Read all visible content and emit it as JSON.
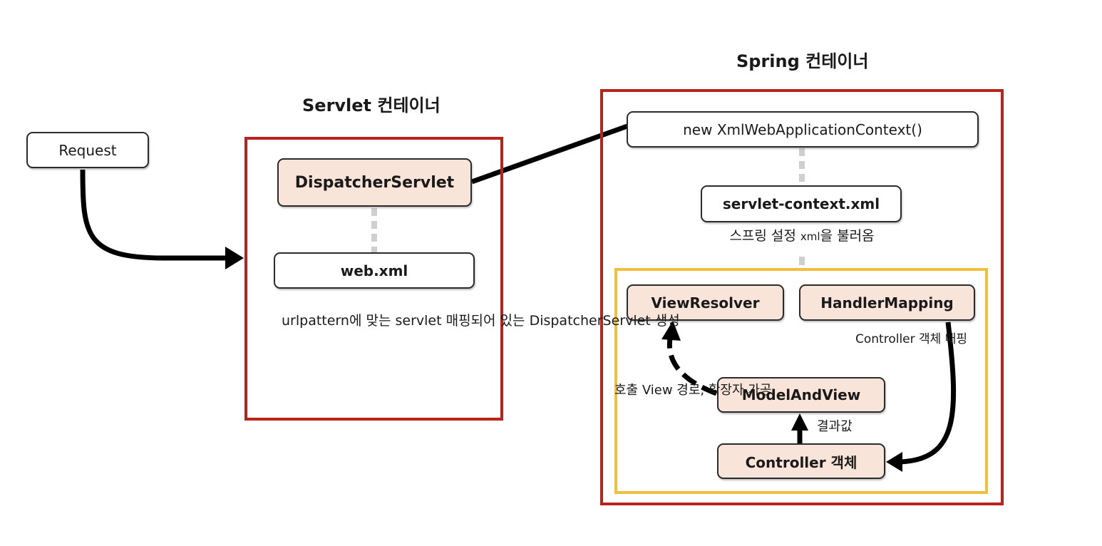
{
  "titles": {
    "servlet_container": "Servlet 컨테이너",
    "spring_container": "Spring 컨테이너"
  },
  "nodes": {
    "request": "Request",
    "dispatcher_servlet": "DispatcherServlet",
    "web_xml": "web.xml",
    "xml_web_app_context": "new XmlWebApplicationContext()",
    "servlet_context_xml": "servlet-context.xml",
    "view_resolver": "ViewResolver",
    "handler_mapping": "HandlerMapping",
    "model_and_view": "ModelAndView",
    "controller_object": "Controller 객체"
  },
  "notes": {
    "web_xml_desc": [
      "urlpattern에 맞는",
      "servlet 매핑되어 있는",
      "DispatcherServlet 생성"
    ],
    "servlet_context_desc_a": "스프링 설정 ",
    "servlet_context_desc_b": "xml",
    "servlet_context_desc_c": "을 불러옴",
    "handler_mapping_desc": [
      "Controller",
      "객체 매핑"
    ],
    "view_call_desc": [
      "호출 View",
      "경로, 확장자",
      "가공"
    ],
    "result_desc": "결과값"
  },
  "colors": {
    "container_border": "#b8231b",
    "inner_container_border": "#f0bf3c",
    "node_fill": "#f8e4d8",
    "connector": "#000000",
    "dotted_connector": "#cfcfcf"
  }
}
